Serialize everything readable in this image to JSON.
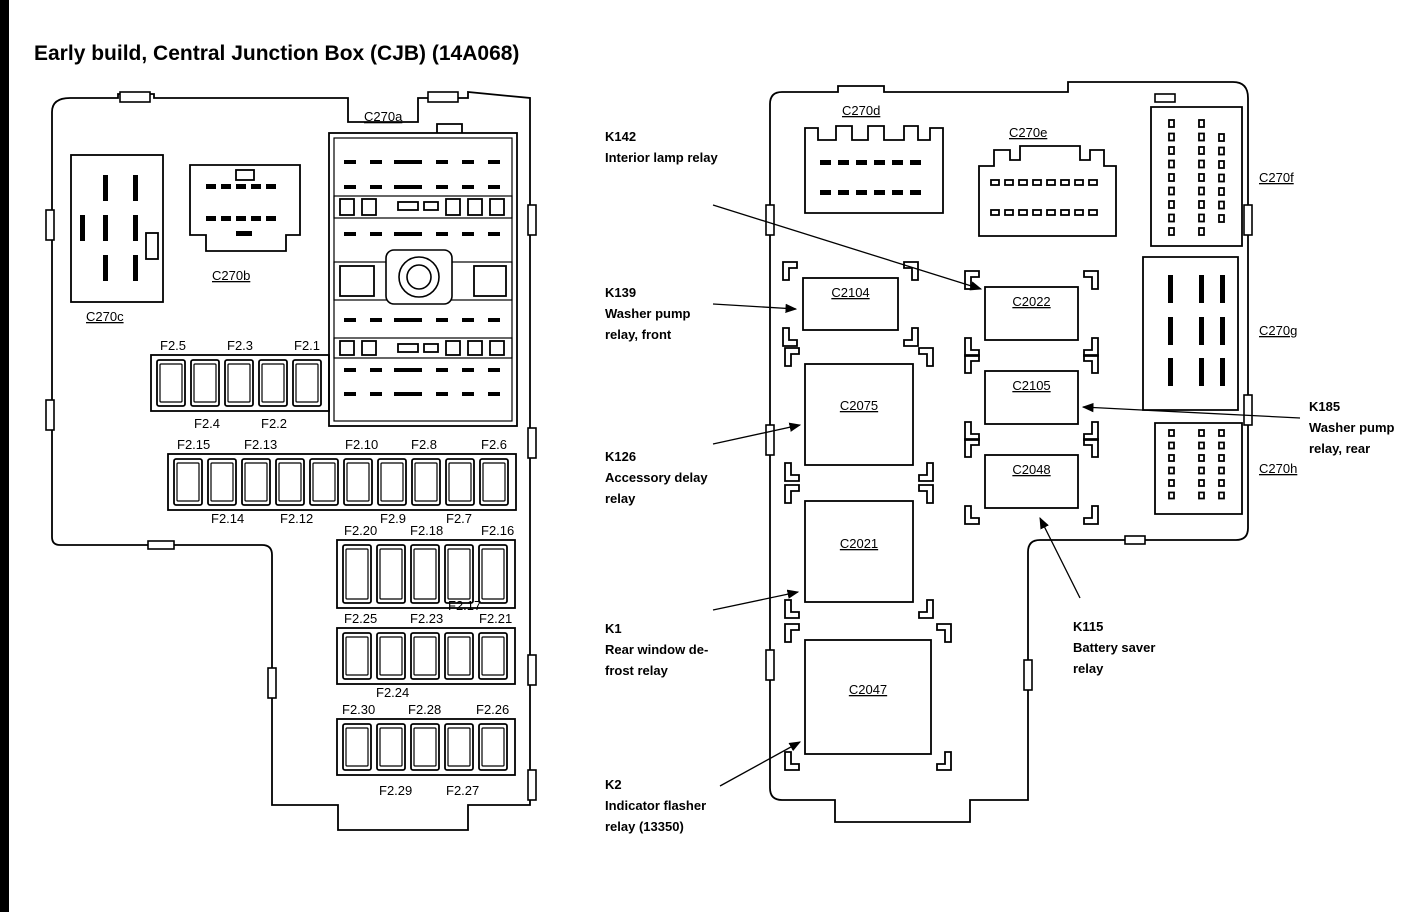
{
  "title": "Early build, Central Junction Box (CJB) (14A068)",
  "left_panel": {
    "connectors": {
      "c270a": "C270a",
      "c270b": "C270b",
      "c270c": "C270c"
    },
    "fuse_row1": {
      "top": [
        "F2.5",
        "F2.3",
        "F2.1"
      ],
      "bottom": [
        "F2.4",
        "F2.2"
      ]
    },
    "fuse_row2": {
      "top": [
        "F2.15",
        "F2.13",
        "F2.10",
        "F2.8",
        "F2.6"
      ],
      "bottom": [
        "F2.14",
        "F2.12",
        "F2.9",
        "F2.7"
      ]
    },
    "fuse_row3": {
      "top": [
        "F2.20",
        "F2.18",
        "F2.16"
      ],
      "bottom": [
        "F2.17"
      ]
    },
    "fuse_row4": {
      "top": [
        "F2.25",
        "F2.23",
        "F2.21"
      ],
      "bottom": [
        "F2.24"
      ]
    },
    "fuse_row5": {
      "top": [
        "F2.30",
        "F2.28",
        "F2.26"
      ],
      "bottom": [
        "F2.29",
        "F2.27"
      ]
    }
  },
  "right_panel": {
    "connectors": {
      "c270d": "C270d",
      "c270e": "C270e",
      "c270f": "C270f",
      "c270g": "C270g",
      "c270h": "C270h"
    },
    "relay_sockets": {
      "c2104": "C2104",
      "c2075": "C2075",
      "c2021": "C2021",
      "c2047": "C2047",
      "c2022": "C2022",
      "c2105": "C2105",
      "c2048": "C2048"
    },
    "callouts": {
      "k142": {
        "id": "K142",
        "lines": [
          "Interior lamp relay"
        ]
      },
      "k139": {
        "id": "K139",
        "lines": [
          "Washer pump",
          "relay, front"
        ]
      },
      "k126": {
        "id": "K126",
        "lines": [
          "Accessory delay",
          "relay"
        ]
      },
      "k1": {
        "id": "K1",
        "lines": [
          "Rear window de-",
          "frost relay"
        ]
      },
      "k2": {
        "id": "K2",
        "lines": [
          "Indicator flasher",
          "relay (13350)"
        ]
      },
      "k185": {
        "id": "K185",
        "lines": [
          "Washer pump",
          "relay, rear"
        ]
      },
      "k115": {
        "id": "K115",
        "lines": [
          "Battery saver",
          "relay"
        ]
      }
    }
  }
}
